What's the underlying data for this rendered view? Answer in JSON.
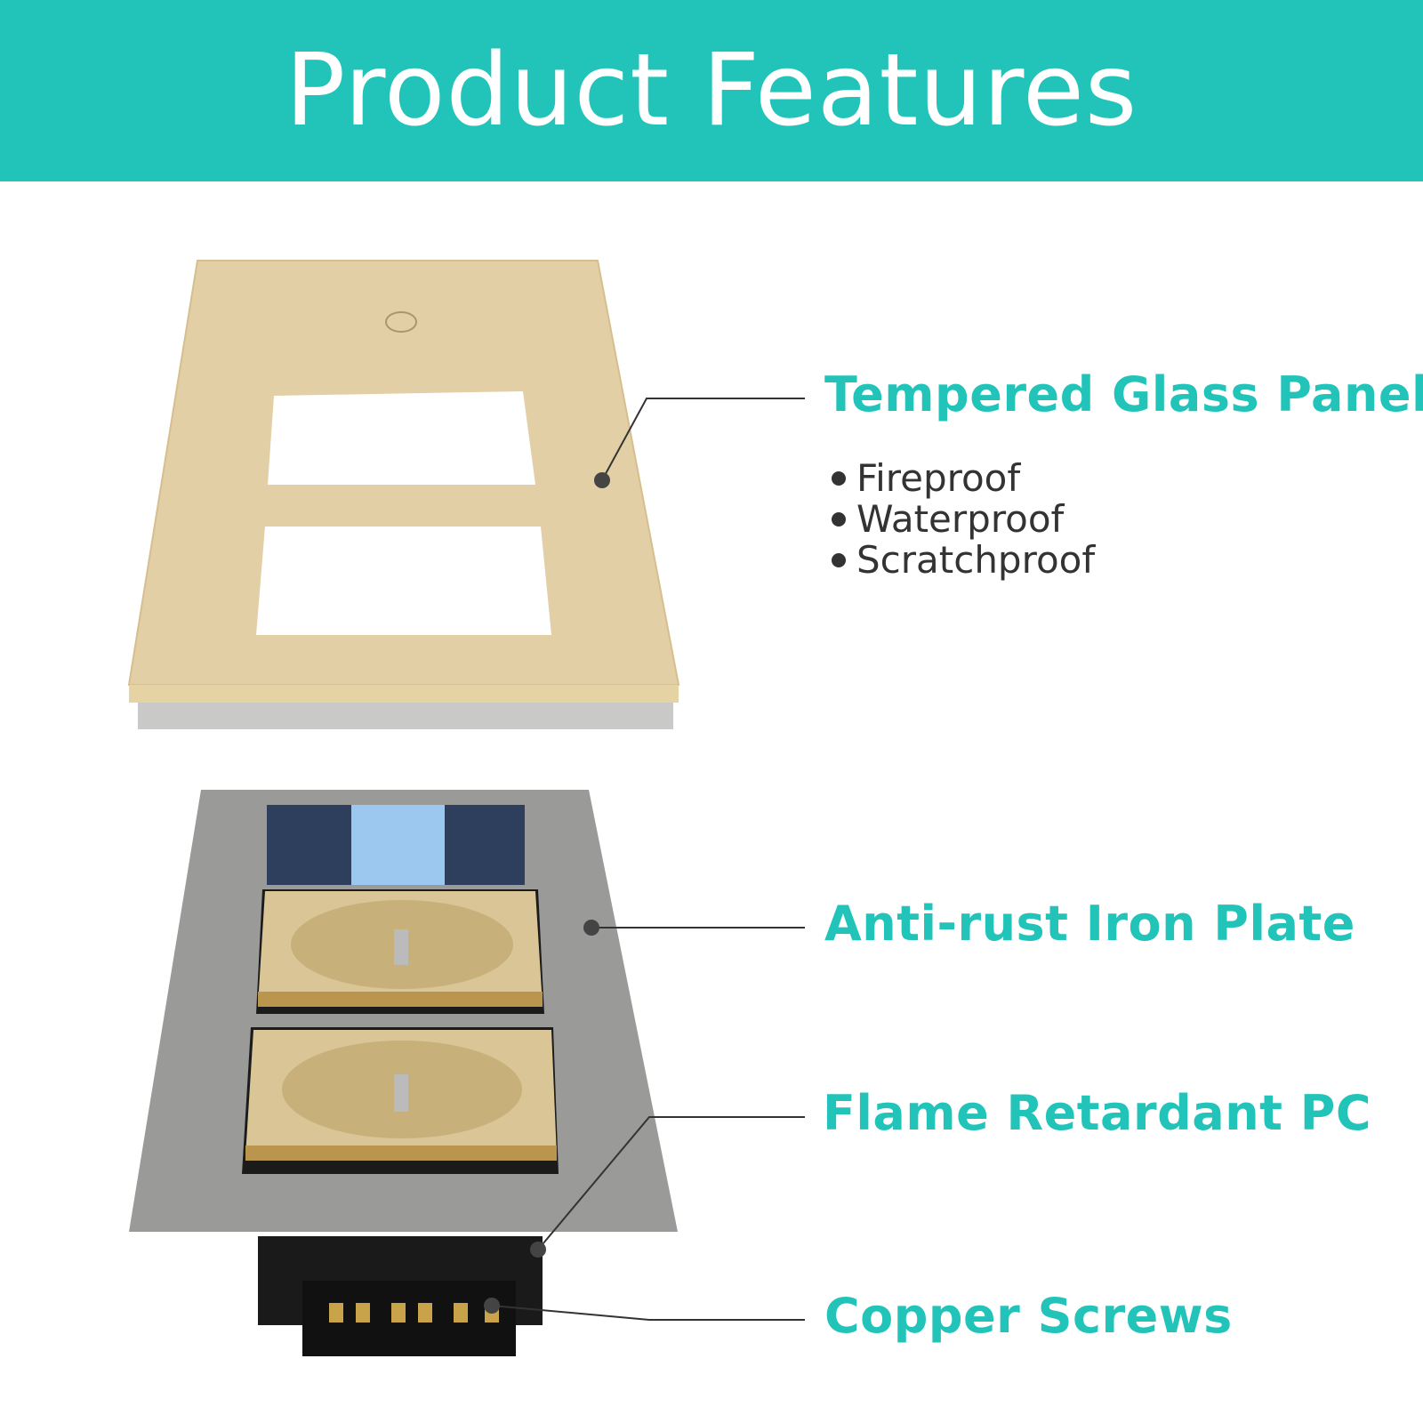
{
  "header": {
    "title": "Product Features"
  },
  "features": [
    {
      "label": "Tempered Glass Panel",
      "bullets": [
        "Fireproof",
        "Waterproof",
        "Scratchproof"
      ]
    },
    {
      "label": "Anti-rust Iron Plate"
    },
    {
      "label": "Flame Retardant PC"
    },
    {
      "label": "Copper Screws"
    }
  ],
  "colors": {
    "accent": "#22c4b9",
    "panel": "#e2cfa6",
    "plate": "#9a9b98",
    "socket": "#d9c596"
  }
}
